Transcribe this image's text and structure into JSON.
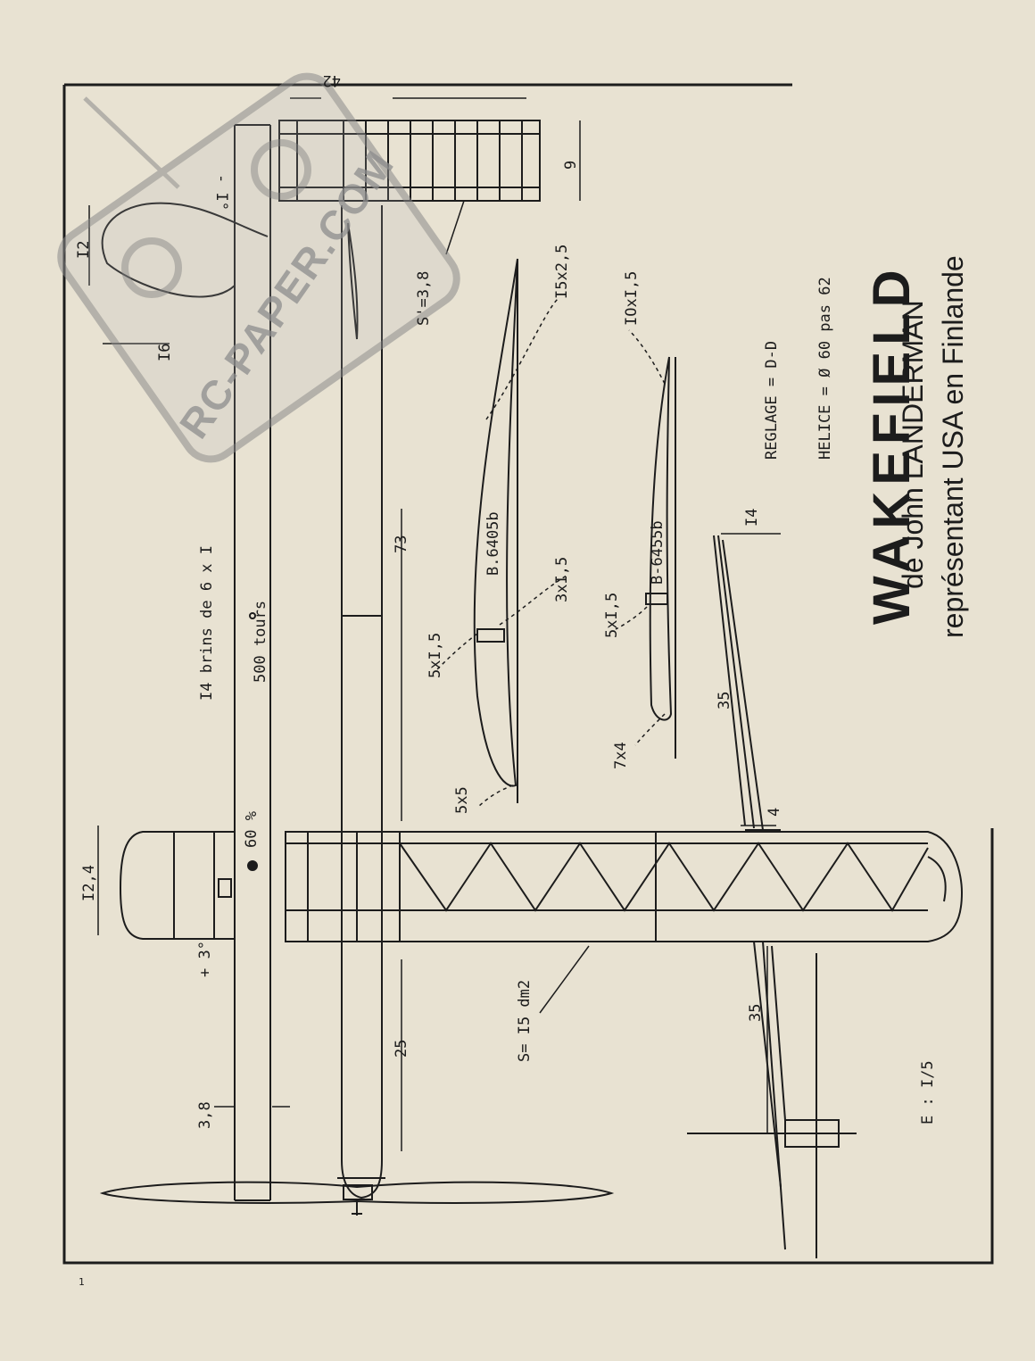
{
  "title": {
    "name": "WAKEFIELD",
    "author_line": "de John LANDERMAN",
    "country_line": "représentant USA en Finlande"
  },
  "settings": {
    "reglage": "REGLAGE = D-D",
    "helice": "HELICE = Ø 60 pas 62"
  },
  "motor": {
    "line1": "I4 brins de 6 x I",
    "line2": "500 tours"
  },
  "scale": "E : I/5",
  "page_number": "1",
  "watermark": "RC-PAPER.COM",
  "labels": {
    "stab_span": "42",
    "stab_chord": "9",
    "stab_angle": "- I°",
    "stab_area": "S'=3,8",
    "fin_height": "I2",
    "fin_width": "I6",
    "wing_tip": "I2,4",
    "cg": "60 %",
    "wing_angle": "+ 3°",
    "fuselage_width": "3,8",
    "fuselage_length": "73",
    "nose_length": "25",
    "wing_area": "S= I5 dm2",
    "wing_section": "B.6405b",
    "stab_section": "B-6455b",
    "spar_wing_top": "3xI,5",
    "spar_wing_bottom": "5xI,5",
    "le_wing": "5x5",
    "te_wing": "I5x2,5",
    "spar_stab": "5xI,5",
    "le_stab": "7x4",
    "te_stab": "IOxI,5",
    "tail_height": "I4",
    "side_length_upper": "35",
    "side_length_lower": "35",
    "side_small": "4"
  }
}
